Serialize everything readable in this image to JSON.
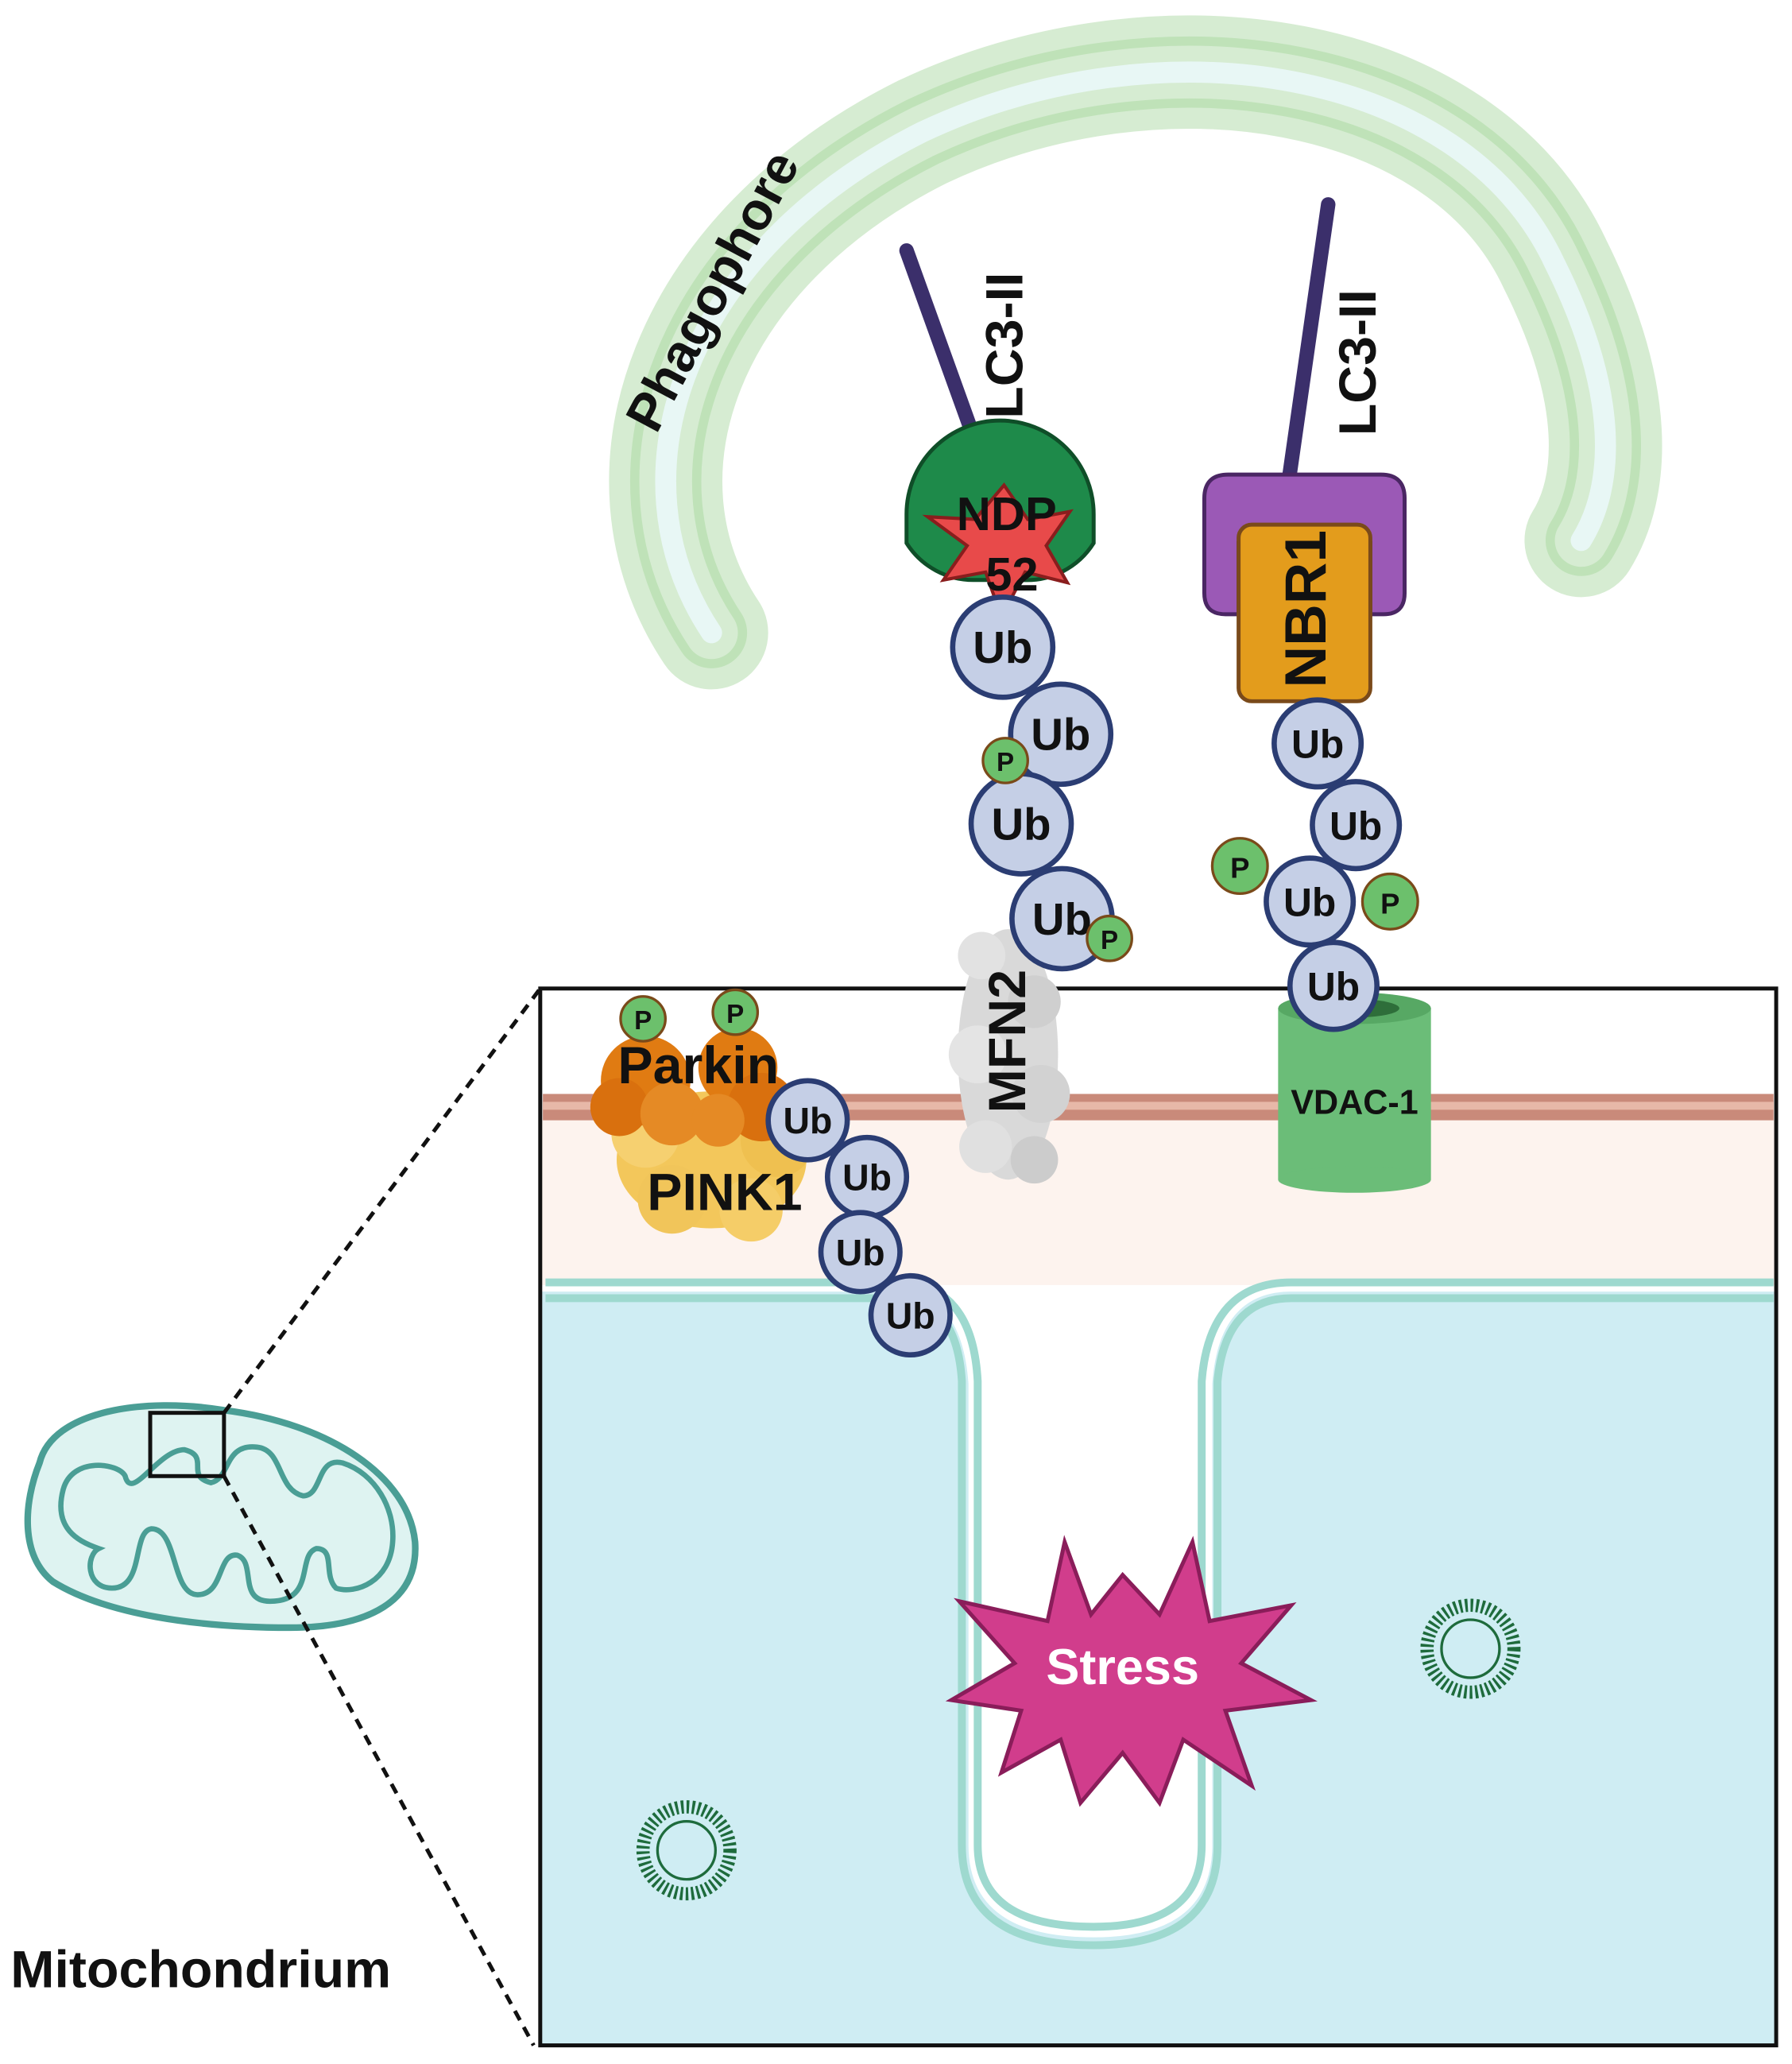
{
  "labels": {
    "phagophore": "Phagophore",
    "lc3_left": "LC3-II",
    "lc3_right": "LC3-II",
    "ndp52_line1": "NDP",
    "ndp52_line2": "52",
    "nbr1": "NBR1",
    "mfn2": "MFN2",
    "vdac1": "VDAC-1",
    "parkin": "Parkin",
    "pink1": "PINK1",
    "stress": "Stress",
    "mitochondrium": "Mitochondrium",
    "ub": "Ub",
    "p": "P"
  },
  "colors": {
    "phagophore_outer": "#d6ecd2",
    "phagophore_inner": "#e4f5f4",
    "lc3": "#3b2f6b",
    "ndp52_cradle": "#1e8a4a",
    "ndp52_star": "#e84a4a",
    "nbr1_cap": "#9b59b6",
    "nbr1_body": "#e39c1c",
    "ub_fill": "#c5cfe6",
    "ub_stroke": "#2b3d73",
    "phospho_fill": "#6cc06c",
    "phospho_stroke": "#7a4a1a",
    "outer_membrane": "#c98a7a",
    "intermembrane": "#fdf3ee",
    "matrix": "#cfedf3",
    "inner_membrane": "#9ed9cf",
    "vdac": "#6bbd78",
    "parkin": "#e07b12",
    "pink1": "#f3c75b",
    "mfn2": "#d8d8d8",
    "stress": "#d13d8c",
    "mito_fill": "#def3f1",
    "mito_stroke": "#4a9e95"
  }
}
